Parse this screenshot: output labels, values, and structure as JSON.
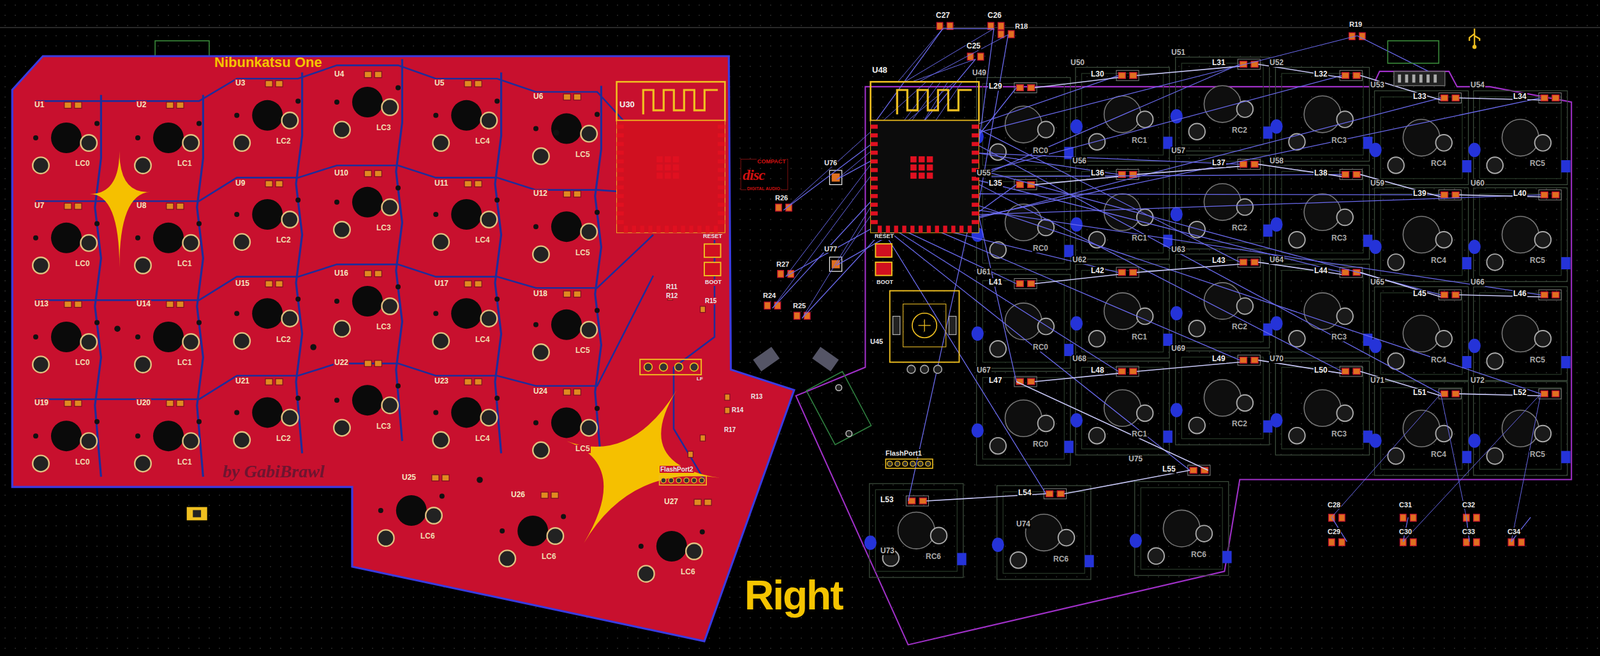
{
  "diagram": {
    "nodes": [
      {
        "text": [
          "Nibunkatsu One",
          "by GabiBrawl"
        ]
      },
      {
        "text": [
          "U30"
        ],
        "in": 0
      },
      {
        "text": [
          "U48"
        ]
      }
    ],
    "labels": [
      "U1",
      "U2",
      "U3",
      "U4",
      "U5",
      "U6",
      "U7",
      "U8",
      "U9",
      "U10",
      "U11",
      "U12",
      "U13",
      "U14",
      "U15",
      "U16",
      "U17",
      "U18",
      "U19",
      "U20",
      "U21",
      "U22",
      "U23",
      "U24",
      "U25",
      "U26",
      "U27",
      "L29",
      "L30",
      "L31",
      "L32",
      "L33",
      "L34",
      "L35",
      "L36",
      "L37",
      "L38",
      "L39",
      "L40",
      "L41",
      "L42",
      "L43",
      "L44",
      "L45",
      "L46",
      "L47",
      "L48",
      "L49",
      "L50",
      "L51",
      "L52",
      "L53",
      "L54",
      "L55",
      "U49",
      "U50",
      "U51",
      "U52",
      "U53",
      "U54",
      "U55",
      "U56",
      "U57",
      "U58",
      "U59",
      "U60",
      "U61",
      "U62",
      "U63",
      "U64",
      "U65",
      "U66",
      "U67",
      "U68",
      "U69",
      "U70",
      "U71",
      "U72",
      "U73",
      "U74",
      "U75",
      "C27",
      "C26",
      "R18",
      "C25",
      "R19",
      "U76",
      "U77",
      "R26",
      "R27",
      "R24",
      "R25",
      "U45",
      "FlashPort1",
      "RESET",
      "BOOT",
      "RESET",
      "BOOT",
      "R11",
      "R12",
      "R15",
      "R13",
      "R14",
      "R17",
      "FlashPort2",
      "LF",
      "C28",
      "C29",
      "C31",
      "C30",
      "C32",
      "C33",
      "C34",
      "COMPACT",
      "disc",
      "DIGITAL AUDIO",
      "Right",
      "LC0",
      "LC0",
      "LC0",
      "LC0",
      "LC1",
      "LC1",
      "LC1",
      "LC1",
      "LC2",
      "LC2",
      "LC2",
      "LC2",
      "LC3",
      "LC3",
      "LC3",
      "LC3",
      "LC4",
      "LC4",
      "LC4",
      "LC4",
      "LC5",
      "LC5",
      "LC5",
      "LC5",
      "LC6",
      "LC6",
      "LC6",
      "RC0",
      "RC0",
      "RC0",
      "RC0",
      "RC1",
      "RC1",
      "RC1",
      "RC1",
      "RC2",
      "RC2",
      "RC2",
      "RC2",
      "RC3",
      "RC3",
      "RC3",
      "RC3",
      "RC4",
      "RC4",
      "RC4",
      "RC4",
      "RC5",
      "RC5",
      "RC5",
      "RC5",
      "RC6",
      "RC6",
      "RC6"
    ]
  }
}
